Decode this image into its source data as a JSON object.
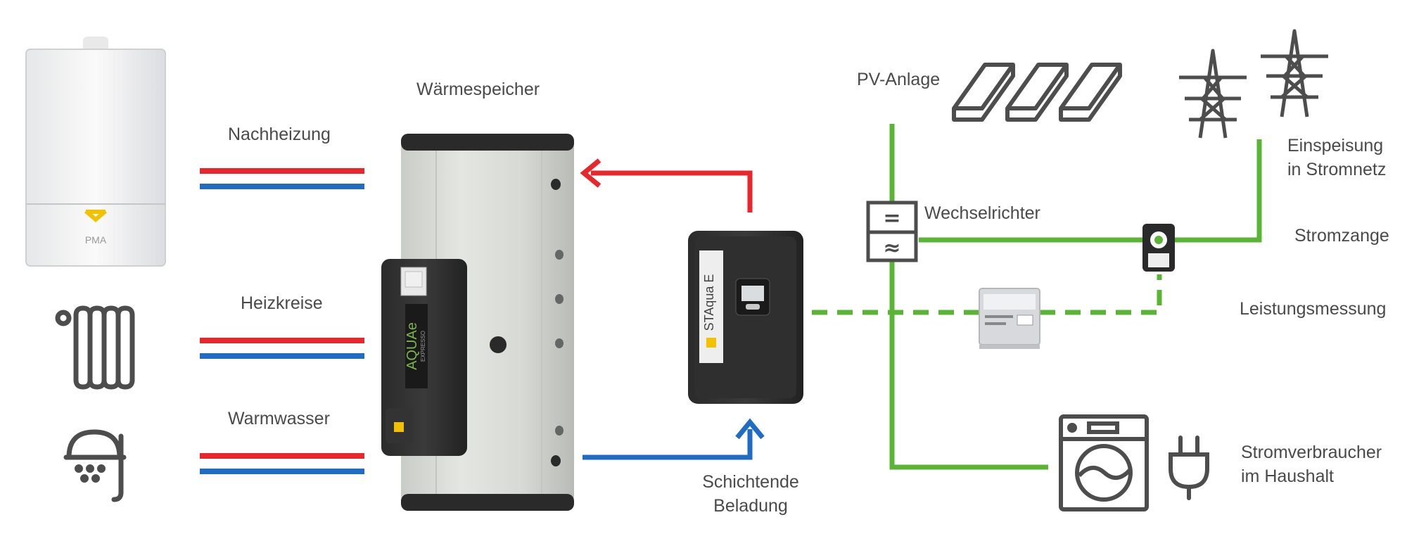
{
  "labels": {
    "nachheizung": "Nachheizung",
    "heizkreise": "Heizkreise",
    "warmwasser": "Warmwasser",
    "waermespeicher": "Wärmespeicher",
    "schichtende_1": "Schichtende",
    "schichtende_2": "Beladung",
    "pv_anlage": "PV-Anlage",
    "wechselrichter": "Wechselrichter",
    "einspeisung_1": "Einspeisung",
    "einspeisung_2": "in Stromnetz",
    "stromzange": "Stromzange",
    "leistungsmessung": "Leistungsmessung",
    "stromverbraucher_1": "Stromverbraucher",
    "stromverbraucher_2": "im Haushalt",
    "boiler_brand": "PMA",
    "tank_logo": "AQUAe",
    "tank_logo_sub": "EXPRESSO",
    "station_logo": "STAqua E",
    "inverter_dc": "=",
    "inverter_ac": "≈"
  },
  "colors": {
    "hot": "#e8262b",
    "cold": "#1f6cc4",
    "electric": "#5ab534",
    "icon_gray": "#4d4d4d",
    "text": "#4a4a4a"
  }
}
